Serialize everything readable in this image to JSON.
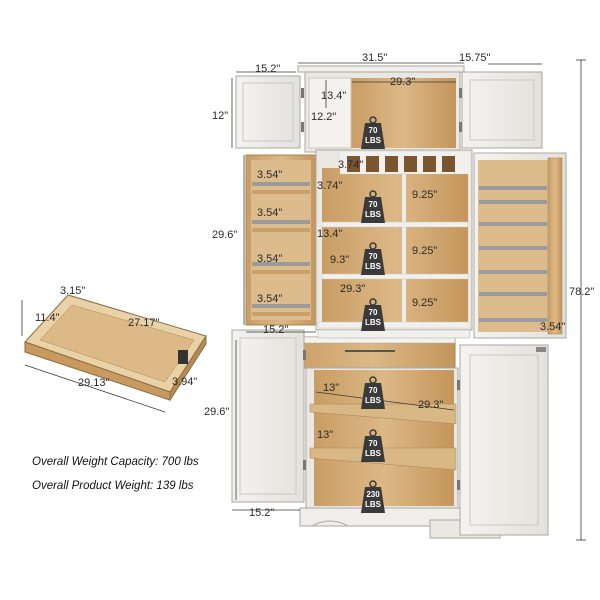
{
  "dimensions": {
    "top_depth_left": "15.2\"",
    "top_width": "31.5\"",
    "top_depth_right": "15.75\"",
    "top_inner_width": "29.3\"",
    "top_door_height": "12\"",
    "top_inner_height": "13.4\"",
    "top_shelf_depth": "12.2\"",
    "middle_height": "29.6\"",
    "wine_slot_width": "3.74\"",
    "wine_slot_height": "3.74\"",
    "door_rack_1": "3.54\"",
    "door_rack_2": "3.54\"",
    "door_rack_3": "3.54\"",
    "door_rack_4": "3.54\"",
    "door_rack_right": "3.54\"",
    "mid_compartment_1": "9.25\"",
    "mid_compartment_2": "9.25\"",
    "mid_compartment_3": "9.25\"",
    "mid_depth": "13.4\"",
    "mid_left_height": "9.3\"",
    "mid_inner_width": "29.3\"",
    "middle_depth": "15.2\"",
    "total_height": "78.2\"",
    "bottom_height": "29.6\"",
    "bottom_shelf_depth_1": "13\"",
    "bottom_shelf_width": "29.3\"",
    "bottom_shelf_depth_2": "13\"",
    "bottom_depth": "15.2\"",
    "drawer_height": "3.15\"",
    "drawer_inner_depth": "11.4\"",
    "drawer_inner_width": "27.17\"",
    "drawer_width": "29.13\"",
    "drawer_side_height": "3.94\""
  },
  "weights": [
    {
      "value": "70",
      "unit": "LBS"
    },
    {
      "value": "70",
      "unit": "LBS"
    },
    {
      "value": "70",
      "unit": "LBS"
    },
    {
      "value": "70",
      "unit": "LBS"
    },
    {
      "value": "70",
      "unit": "LBS"
    },
    {
      "value": "70",
      "unit": "LBS"
    },
    {
      "value": "230",
      "unit": "LBS"
    }
  ],
  "notes": {
    "capacity": "Overall Weight Capacity: 700 lbs",
    "weight": "Overall Product Weight: 139 lbs"
  },
  "colors": {
    "cabinet_white": "#ecebe6",
    "cabinet_edge": "#b9b7b0",
    "wood": "#d3ad78",
    "wood_dark": "#b98a52",
    "weight_badge": "#3a3a3a",
    "line": "#3a3a3a"
  }
}
